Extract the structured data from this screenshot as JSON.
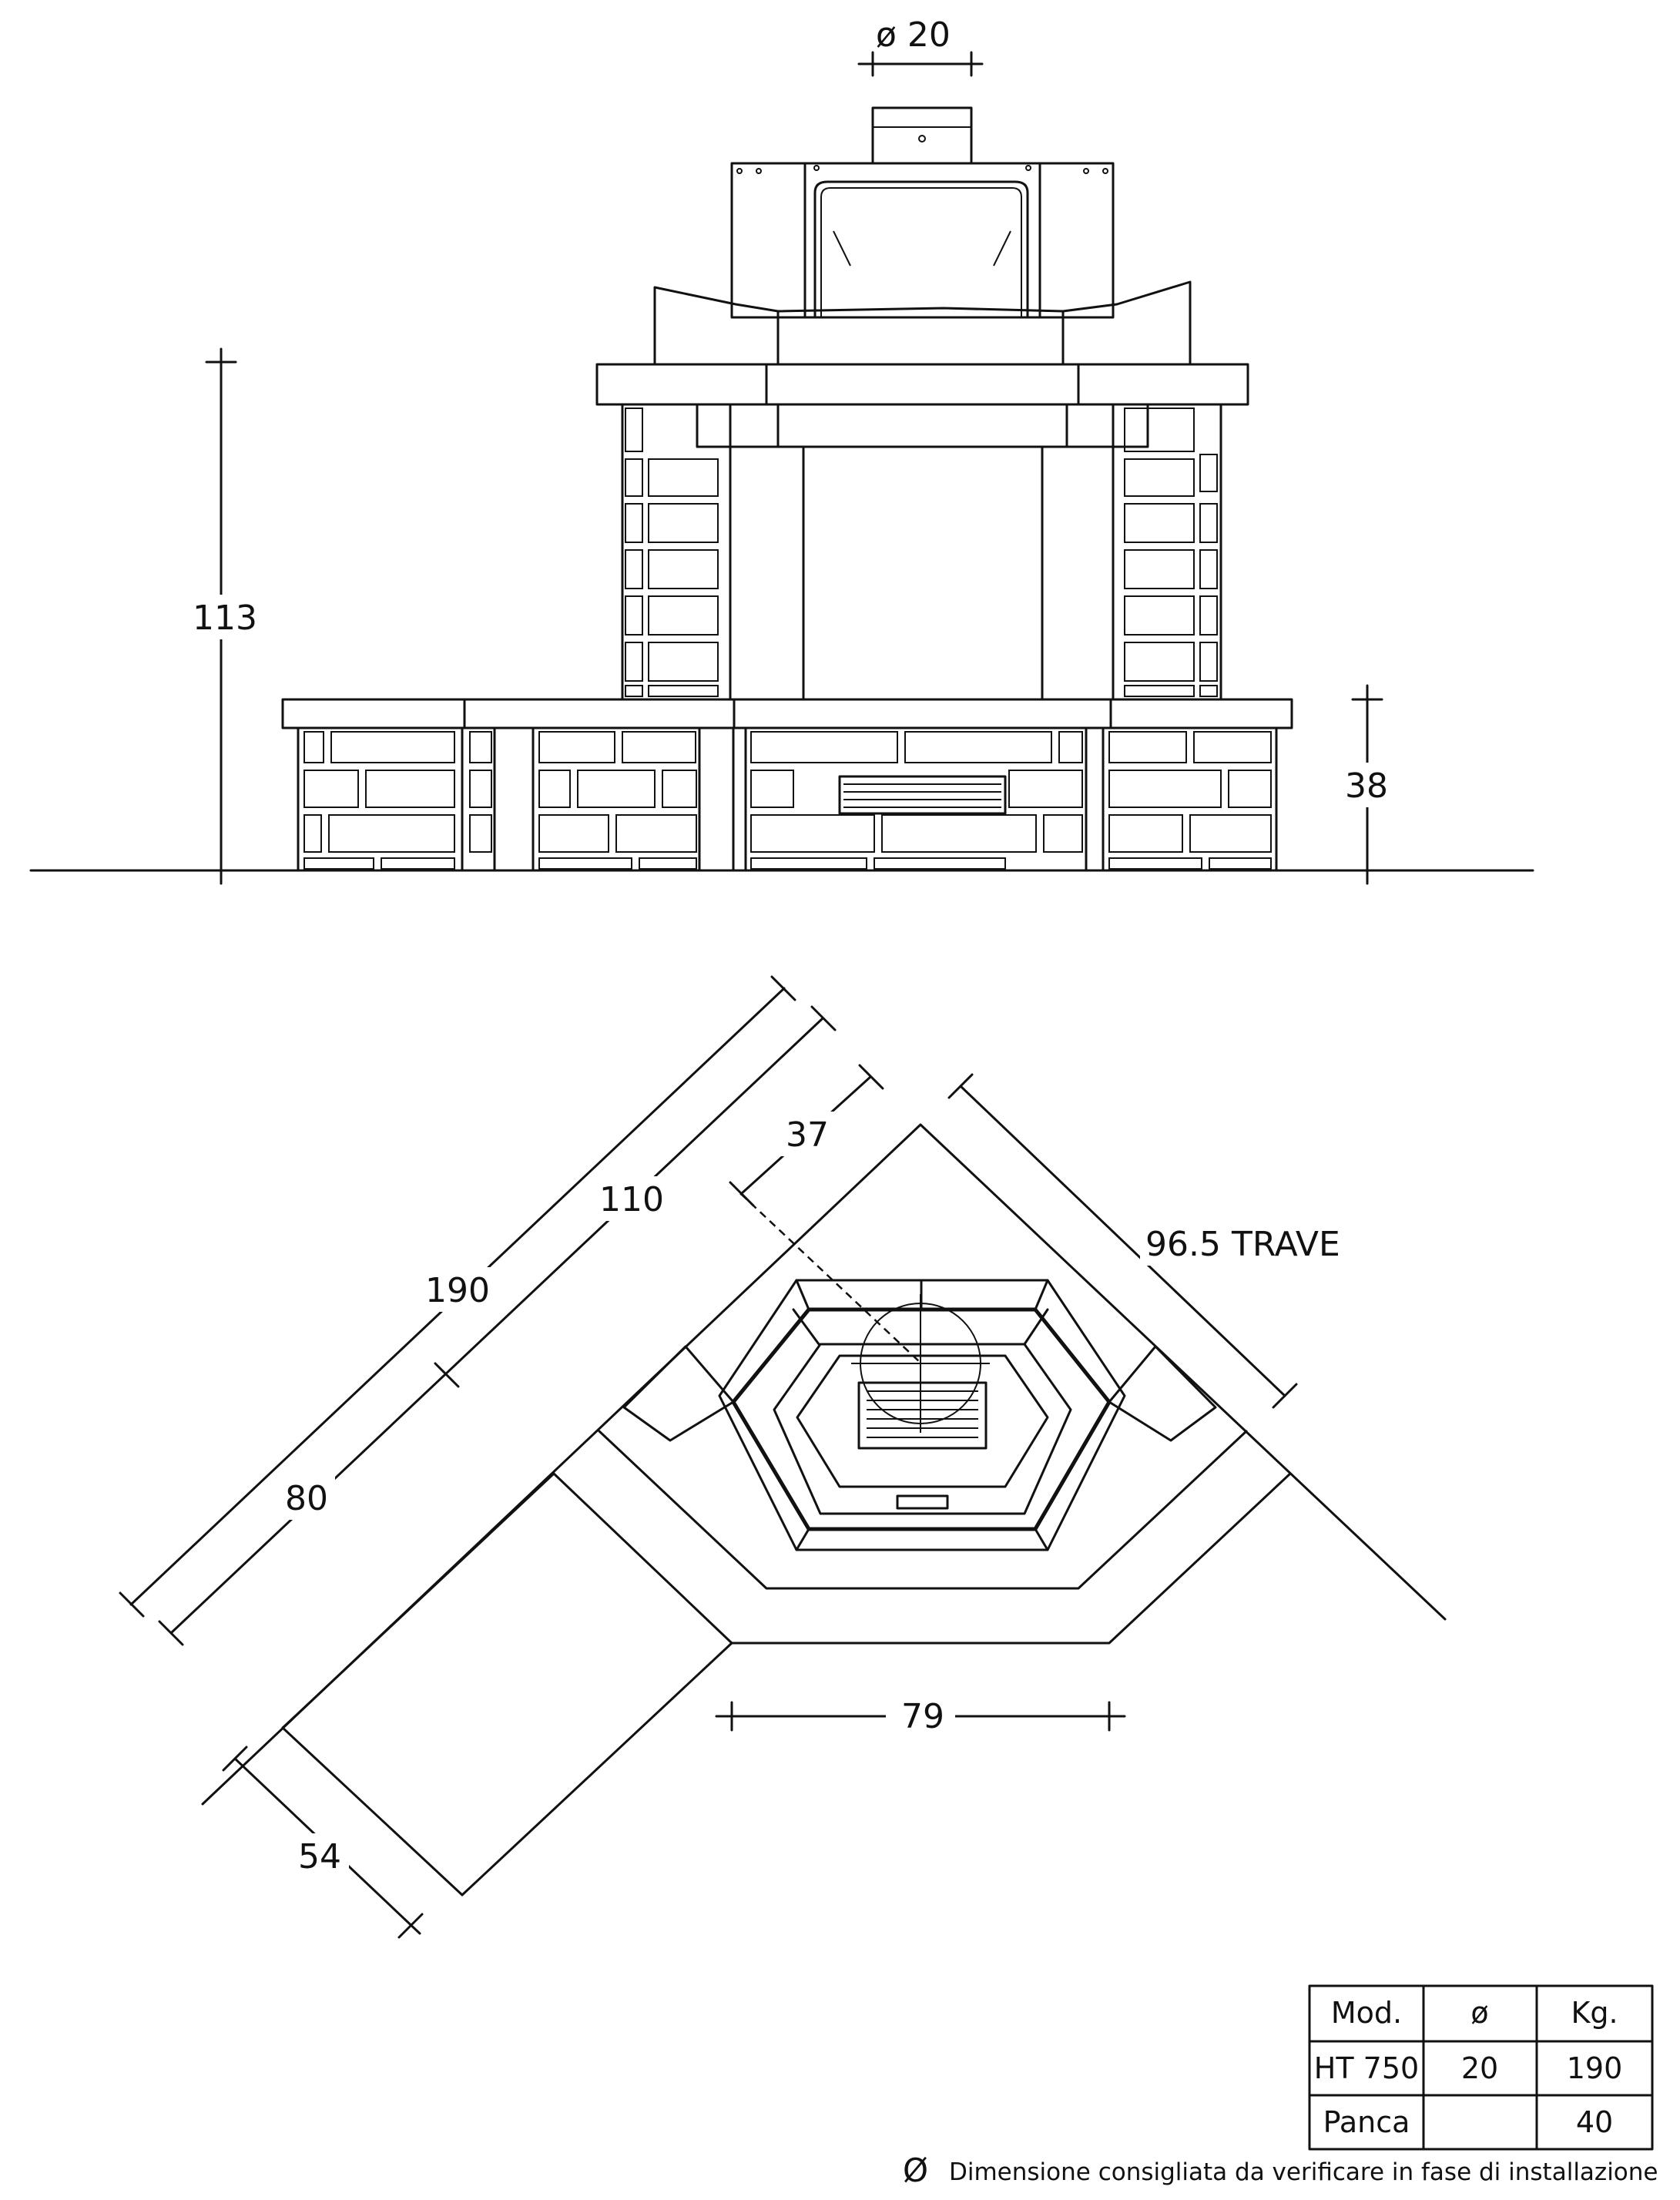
{
  "front_view": {
    "flue_dim": "ø 20",
    "height_total": "113",
    "height_bench": "38"
  },
  "plan_view": {
    "dim_190": "190",
    "dim_110": "110",
    "dim_37": "37",
    "dim_80": "80",
    "dim_beam": "96.5 TRAVE",
    "dim_79": "79",
    "dim_54": "54"
  },
  "spec_table": {
    "headers": [
      "Mod.",
      "ø",
      "Kg."
    ],
    "rows": [
      [
        "HT 750",
        "20",
        "190"
      ],
      [
        "Panca",
        "",
        "40"
      ]
    ]
  },
  "footnote": {
    "symbol": "Ø",
    "text": "Dimensione consigliata da verificare in fase di installazione"
  }
}
